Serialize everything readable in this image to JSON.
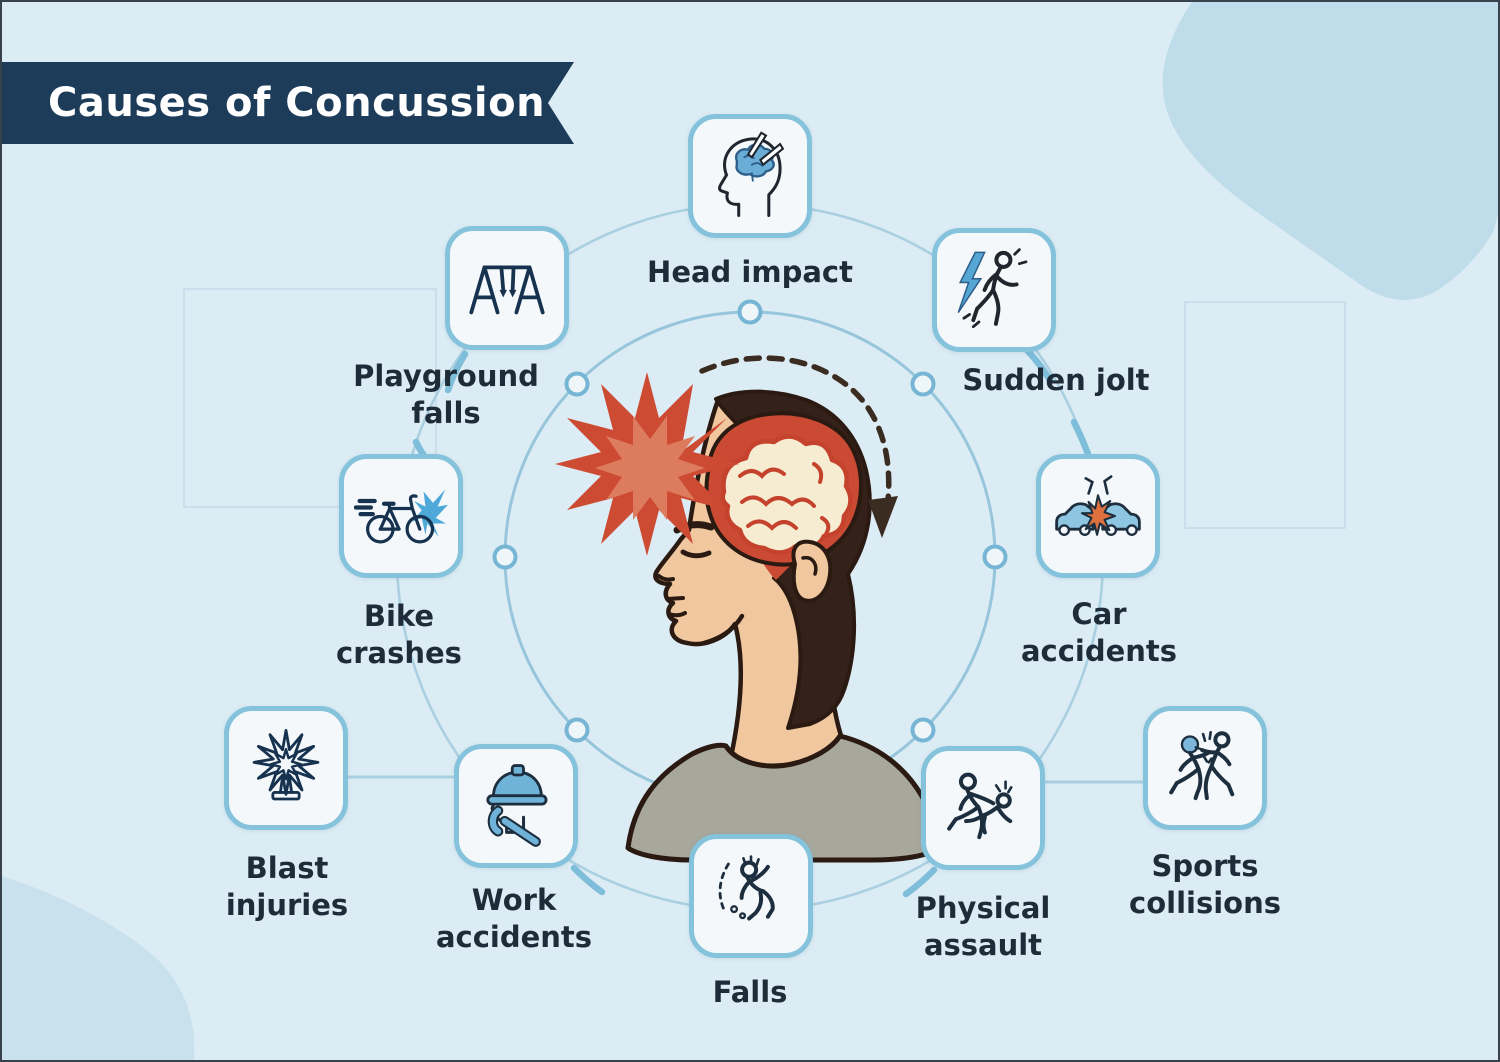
{
  "title": "Causes of Concussion",
  "causes": [
    {
      "id": "head-impact",
      "label": "Head impact"
    },
    {
      "id": "sudden-jolt",
      "label": "Sudden jolt"
    },
    {
      "id": "car-accidents",
      "label": "Car\naccidents"
    },
    {
      "id": "sports-collisions",
      "label": "Sports\ncollisions"
    },
    {
      "id": "physical-assault",
      "label": "Physical\nassault"
    },
    {
      "id": "falls",
      "label": "Falls"
    },
    {
      "id": "work-accidents",
      "label": "Work\naccidents"
    },
    {
      "id": "blast-injuries",
      "label": "Blast\ninjuries"
    },
    {
      "id": "bike-crashes",
      "label": "Bike\ncrashes"
    },
    {
      "id": "playground-falls",
      "label": "Playground\nfalls"
    }
  ],
  "colors": {
    "background": "#dcecf4",
    "banner": "#1d3c5a",
    "banner_text": "#ffffff",
    "box_border": "#85c2dc",
    "box_fill": "#f4f8fb",
    "ring": "#a9cfe0",
    "label_text": "#1e2b38",
    "accent_red": "#cd4a33",
    "accent_salmon": "#dd7b5e",
    "accent_blue": "#6aaed8",
    "icon_navy": "#16324f",
    "skin": "#f0c79e",
    "hair": "#342119",
    "shirt": "#a8a79b",
    "brain_cream": "#f6ecd2"
  }
}
